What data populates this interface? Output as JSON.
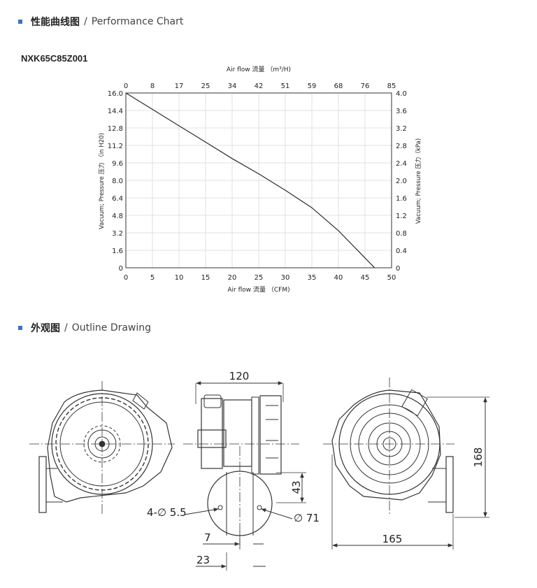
{
  "colors": {
    "accent": "#3b73c4",
    "curve": "#2b2b2b",
    "grid": "#d9d9d9",
    "drawing": "#333333"
  },
  "sections": {
    "performance": {
      "zh": "性能曲线图",
      "sep": "/",
      "en": "Performance Chart"
    },
    "outline": {
      "zh": "外观图",
      "sep": "/",
      "en": "Outline Drawing"
    }
  },
  "model": "NXK65C85Z001",
  "chart_data": {
    "type": "line",
    "title": "",
    "xlabel": "Air flow 流量 （CFM)",
    "x2label": "Air flow 流量 （m³/H)",
    "ylabel": "Vacuum; Pressure 压力 （in H20)",
    "y2label": "Vacuum; Pressure 压力（kPa)",
    "xlim": [
      0,
      50
    ],
    "ylim": [
      0,
      16
    ],
    "x_ticks": [
      "0",
      "5",
      "10",
      "15",
      "20",
      "25",
      "30",
      "35",
      "40",
      "45",
      "50"
    ],
    "x2_ticks": [
      "0",
      "8",
      "17",
      "25",
      "34",
      "42",
      "51",
      "59",
      "68",
      "76",
      "85"
    ],
    "y_ticks": [
      "0",
      "1.6",
      "3.2",
      "4.8",
      "6.4",
      "8.0",
      "9.6",
      "11.2",
      "12.8",
      "14.4",
      "16.0"
    ],
    "y2_ticks": [
      "0",
      "0.4",
      "0.8",
      "1.2",
      "1.6",
      "2.0",
      "2.4",
      "2.8",
      "3.2",
      "3.6",
      "4.0"
    ],
    "grid": true,
    "series": [
      {
        "x": [
          0,
          5,
          10,
          15,
          20,
          25,
          30,
          35,
          40,
          45,
          46.8
        ],
        "y": [
          16.0,
          14.5,
          13.0,
          11.5,
          10.0,
          8.6,
          7.1,
          5.5,
          3.4,
          0.9,
          0
        ]
      }
    ]
  },
  "drawing": {
    "width_label": "120",
    "height_label": "168",
    "length_label": "165",
    "offset_label": "43",
    "hole_label": "4-∅ 5.5",
    "diameter_label": "∅ 71",
    "dim_a_label": "7",
    "dim_b_label": "23"
  }
}
